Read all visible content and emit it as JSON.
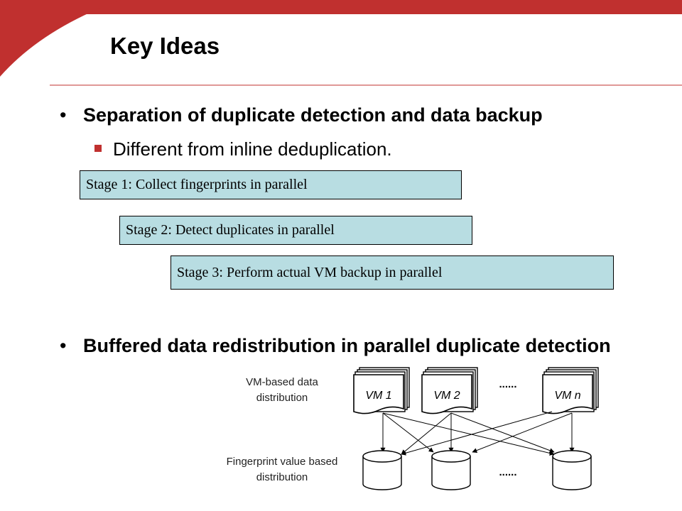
{
  "slide": {
    "title": "Key Ideas",
    "bullets": [
      {
        "text": "Separation of duplicate detection and data backup",
        "sub": "Different from inline deduplication."
      },
      {
        "text": "Buffered data redistribution in parallel duplicate detection"
      }
    ],
    "bullet_char": "•",
    "stages": [
      "Stage 1: Collect fingerprints in parallel",
      "Stage 2: Detect duplicates in parallel",
      "Stage 3: Perform actual VM backup in parallel"
    ]
  },
  "diagram": {
    "vm_label": [
      "VM-based data",
      "distribution"
    ],
    "fp_label": [
      "Fingerprint value based",
      "distribution"
    ],
    "vms": [
      "VM 1",
      "VM 2",
      "VM n"
    ],
    "ellipsis": "......"
  },
  "colors": {
    "accent_red": "#c0302f",
    "stage_fill": "#b8dde2",
    "divider": "#c0302f"
  }
}
